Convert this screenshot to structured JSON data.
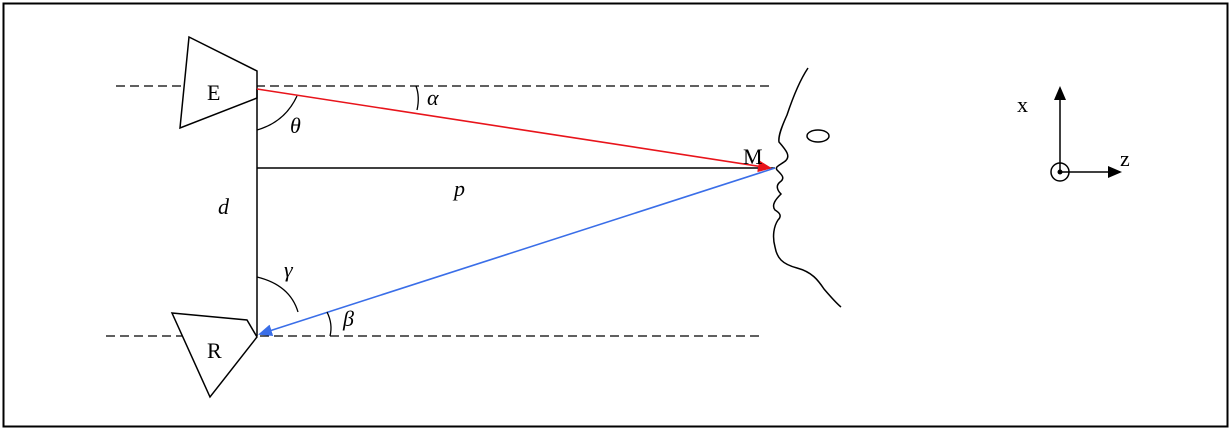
{
  "labels": {
    "emitter": "E",
    "receiver": "R",
    "target": "M",
    "distance_d": "d",
    "distance_p": "p",
    "angle_alpha": "α",
    "angle_beta": "β",
    "angle_theta": "θ",
    "angle_gamma": "γ"
  },
  "axes": {
    "x_label": "x",
    "z_label": "z"
  },
  "colors": {
    "incident_ray": "#e8141b",
    "reflected_ray": "#3a6ee8",
    "lines": "#000000"
  }
}
